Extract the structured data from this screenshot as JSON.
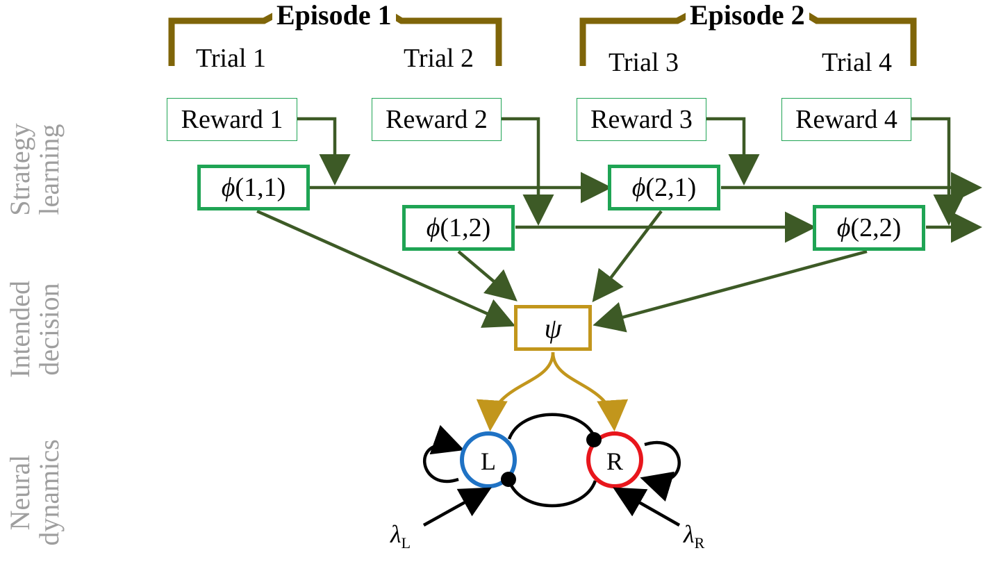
{
  "row_labels": {
    "strategy": [
      "Strategy",
      "learning"
    ],
    "intended": [
      "Intended",
      "decision"
    ],
    "neural": [
      "Neural",
      "dynamics"
    ]
  },
  "episodes": [
    {
      "label": "Episode 1",
      "trials": [
        "Trial 1",
        "Trial 2"
      ]
    },
    {
      "label": "Episode 2",
      "trials": [
        "Trial 3",
        "Trial 4"
      ]
    }
  ],
  "rewards": [
    "Reward 1",
    "Reward 2",
    "Reward 3",
    "Reward 4"
  ],
  "phi": [
    {
      "symbol": "ϕ",
      "args": "(1,1)"
    },
    {
      "symbol": "ϕ",
      "args": "(1,2)"
    },
    {
      "symbol": "ϕ",
      "args": "(2,1)"
    },
    {
      "symbol": "ϕ",
      "args": "(2,2)"
    }
  ],
  "psi": "ψ",
  "neurons": {
    "left": "L",
    "right": "R"
  },
  "inputs": {
    "left": {
      "symbol": "λ",
      "sub": "L"
    },
    "right": {
      "symbol": "λ",
      "sub": "R"
    }
  },
  "colors": {
    "arrow_green": "#3d5a26",
    "box_green": "#1fa454",
    "gold": "#c2961c",
    "bracket": "#7f6509",
    "neuron_left": "#1f72c4",
    "neuron_right": "#e8161c",
    "label_gray": "#9e9e9e"
  }
}
